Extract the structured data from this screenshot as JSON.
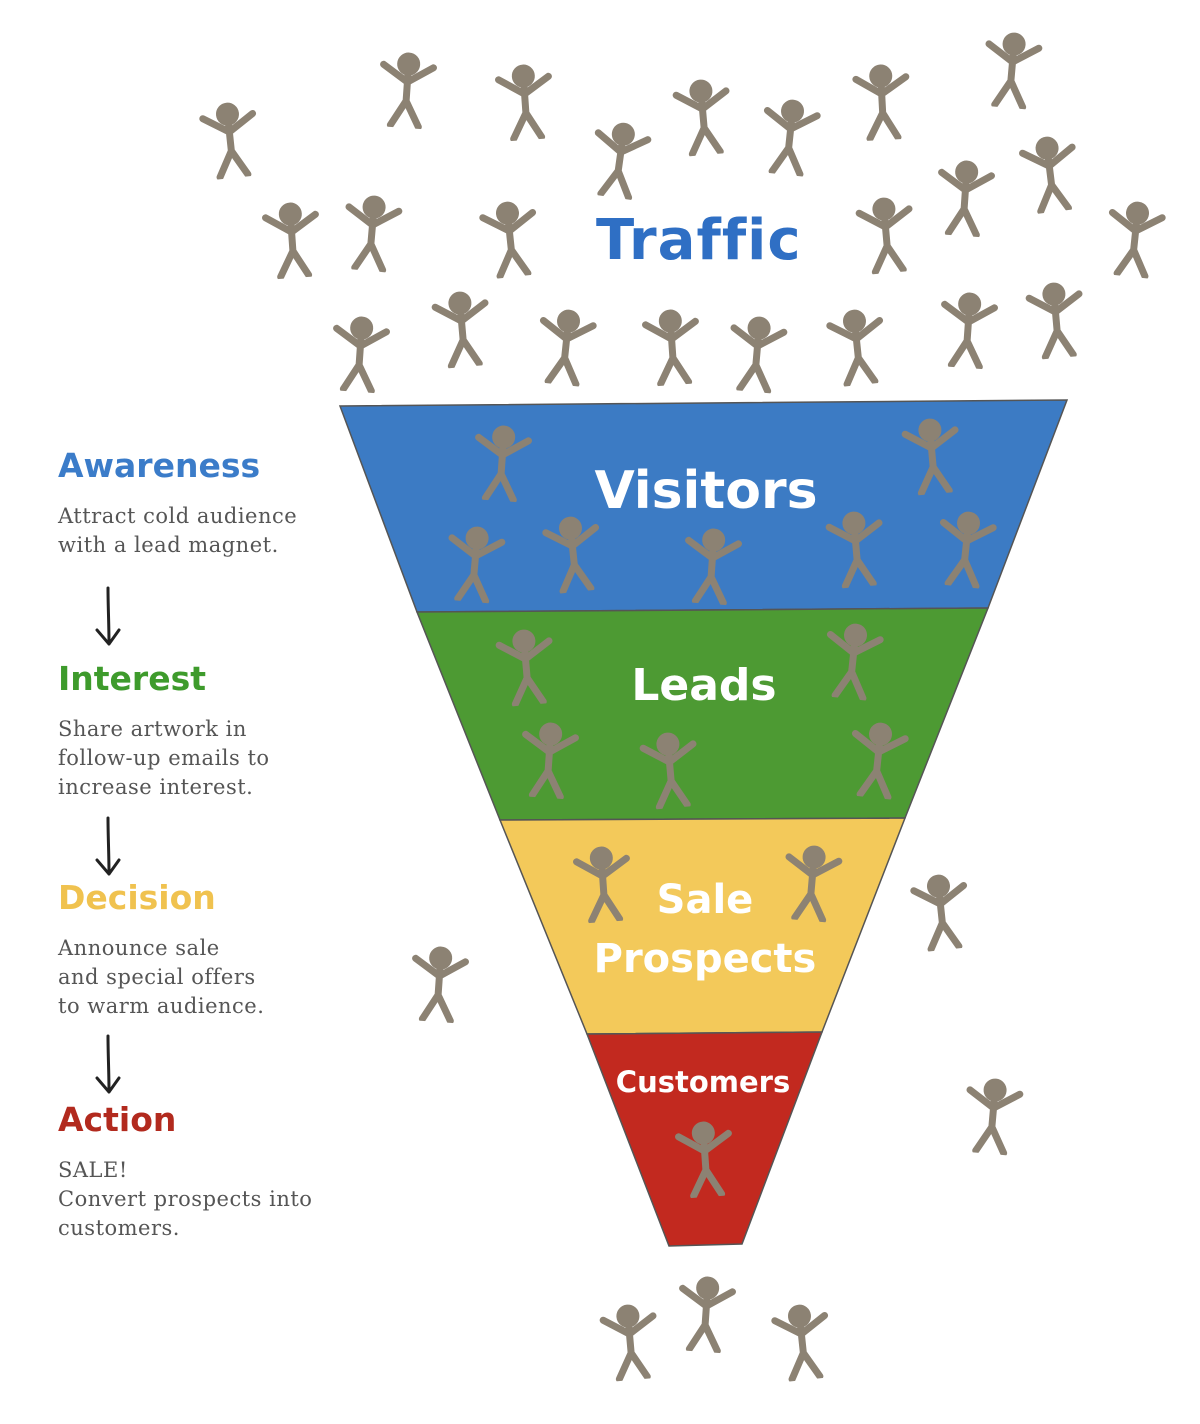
{
  "traffic_title": "Traffic",
  "colors": {
    "figure": "#8c8273",
    "traffic": "#2f6fc4",
    "awareness": "#3b7cc9",
    "interest": "#3e9b2c",
    "decision": "#f0c24f",
    "action": "#b22a1e",
    "band_visitors": "#3c7bc4",
    "band_leads": "#4d9a33",
    "band_prospects": "#f3c95a",
    "band_customers": "#c2291f"
  },
  "stages": [
    {
      "heading": "Awareness",
      "lines": [
        "Attract cold audience",
        "with a lead magnet."
      ]
    },
    {
      "heading": "Interest",
      "lines": [
        "Share artwork in",
        "follow-up emails to",
        "increase interest."
      ]
    },
    {
      "heading": "Decision",
      "lines": [
        "Announce sale",
        "and special offers",
        "to warm audience."
      ]
    },
    {
      "heading": "Action",
      "lines": [
        "SALE!",
        "Convert prospects into",
        "customers."
      ]
    }
  ],
  "funnel": {
    "visitors": "Visitors",
    "leads": "Leads",
    "prospects_line1": "Sale",
    "prospects_line2": "Prospects",
    "customers": "Customers"
  },
  "icons": {
    "person": "person-figure-icon",
    "arrow": "arrow-down-icon"
  }
}
